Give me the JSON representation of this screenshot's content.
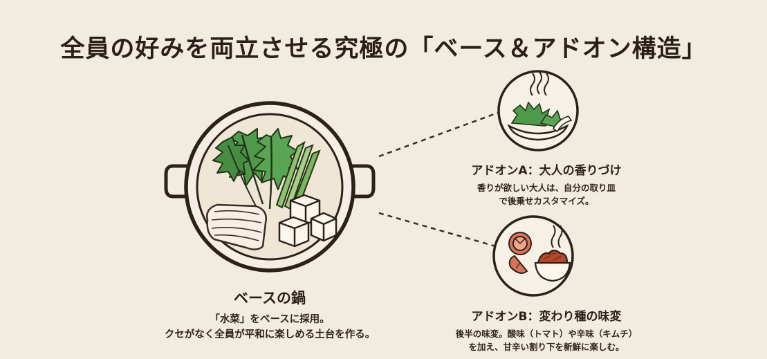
{
  "title": "全員の好みを両立させる究極の「ベース＆アドオン構造」",
  "base": {
    "heading": "ベースの鍋",
    "lines": [
      "「水菜」をベースに採用。",
      "クセがなく全員が平和に楽しめる土台を作る。"
    ],
    "icons": [
      "nabe-pot-icon",
      "mizuna-icon",
      "green-onion-icon",
      "sliced-meat-icon",
      "tofu-icon"
    ]
  },
  "addon_a": {
    "heading": "アドオンA：大人の香りづけ",
    "lines": [
      "香りが欲しい大人は、自分の取り皿",
      "で後乗せカスタマイズ。"
    ],
    "icons": [
      "herb-plate-icon",
      "steam-icon"
    ]
  },
  "addon_b": {
    "heading": "アドオンB：変わり種の味変",
    "lines": [
      "後半の味変。酸味（トマト）や辛味（キムチ）",
      "を加え、甘辛い割り下を新鮮に楽しむ。"
    ],
    "icons": [
      "tomato-icon",
      "kimchi-bowl-icon",
      "steam-icon"
    ]
  },
  "colors": {
    "background": "#f2ebdf",
    "ink": "#2f241b",
    "leaf": "#4f9a4a",
    "tomato": "#c55a3d",
    "kimchi": "#b44a2b"
  }
}
